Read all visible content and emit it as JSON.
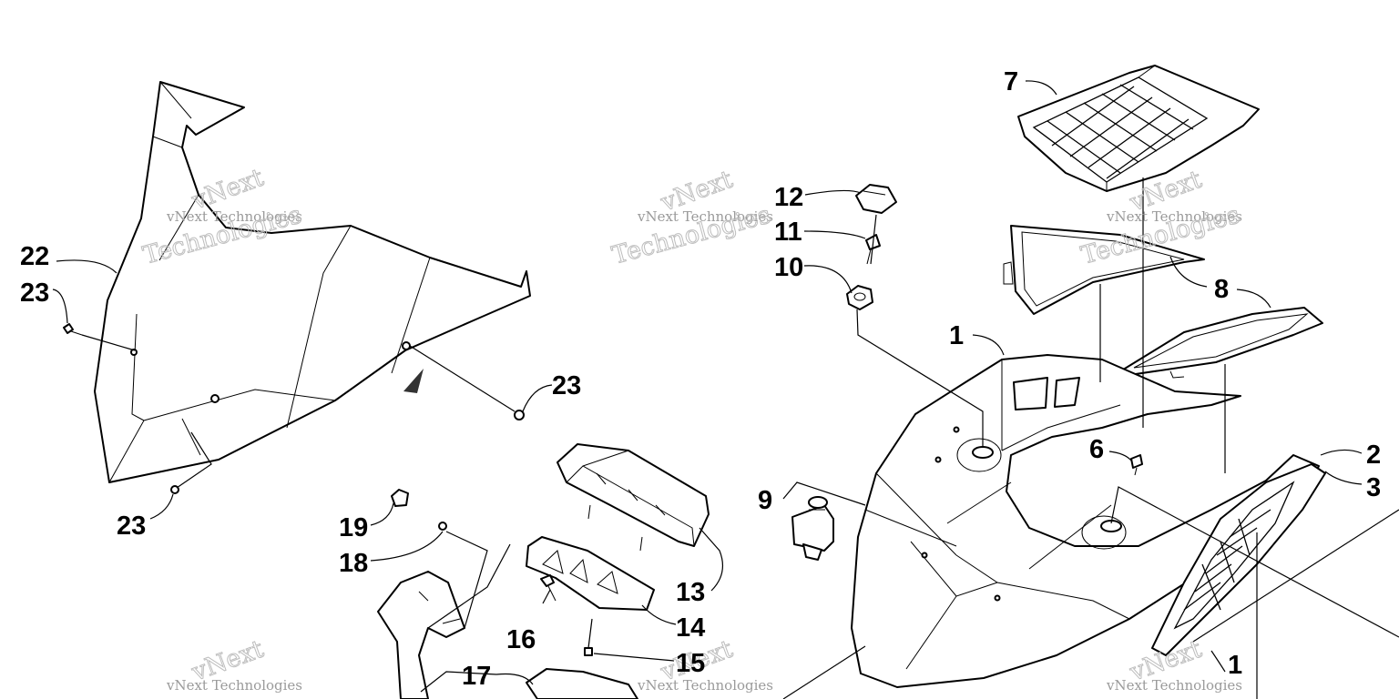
{
  "watermark": {
    "brand": "vNext",
    "company": "vNext Technologies",
    "word": "Technologies"
  },
  "callouts": [
    {
      "id": "c22",
      "label": "22"
    },
    {
      "id": "c23a",
      "label": "23"
    },
    {
      "id": "c23b",
      "label": "23"
    },
    {
      "id": "c23c",
      "label": "23"
    },
    {
      "id": "c12",
      "label": "12"
    },
    {
      "id": "c11",
      "label": "11"
    },
    {
      "id": "c10",
      "label": "10"
    },
    {
      "id": "c7",
      "label": "7"
    },
    {
      "id": "c8",
      "label": "8"
    },
    {
      "id": "c1a",
      "label": "1"
    },
    {
      "id": "c6",
      "label": "6"
    },
    {
      "id": "c2",
      "label": "2"
    },
    {
      "id": "c3",
      "label": "3"
    },
    {
      "id": "c9",
      "label": "9"
    },
    {
      "id": "c19",
      "label": "19"
    },
    {
      "id": "c18",
      "label": "18"
    },
    {
      "id": "c13",
      "label": "13"
    },
    {
      "id": "c14",
      "label": "14"
    },
    {
      "id": "c16",
      "label": "16"
    },
    {
      "id": "c15",
      "label": "15"
    },
    {
      "id": "c17",
      "label": "17"
    },
    {
      "id": "c1b",
      "label": "1"
    }
  ]
}
